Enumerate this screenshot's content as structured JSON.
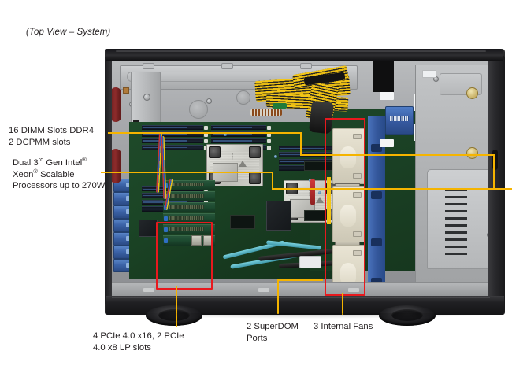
{
  "caption": "(Top View – System)",
  "annotations": {
    "dimm": {
      "line1": "16 DIMM Slots DDR4",
      "line2": "2 DCPMM slots"
    },
    "cpu": {
      "line1_a": "Dual 3",
      "line1_sup": "rd",
      "line1_b": " Gen Intel",
      "line1_reg": "®",
      "line2_a": "Xeon",
      "line2_reg": "®",
      "line2_b": " Scalable",
      "line3": "Processors up to 270W"
    },
    "pcie": {
      "line1": "4 PCIe 4.0 x16, 2 PCIe",
      "line2": "4.0 x8 LP slots"
    },
    "superdom": {
      "line1": "2 SuperDOM",
      "line2": "Ports"
    },
    "fans": {
      "line1": "3 Internal  Fans"
    }
  },
  "colors": {
    "leader": "#f5b400",
    "highlight_box": "#e8191e",
    "text": "#231f20",
    "pcb_green": "#1b4526",
    "chassis_dark": "#242426",
    "chassis_silver": "#a9abae",
    "fan_beige": "#ddd8c6",
    "connector_blue": "#36599f"
  },
  "components": {
    "dimm_slot_count": 16,
    "cpu_count": 2,
    "fan_count": 3,
    "pcie_slot_count": 6,
    "superdom_port_count": 2
  }
}
